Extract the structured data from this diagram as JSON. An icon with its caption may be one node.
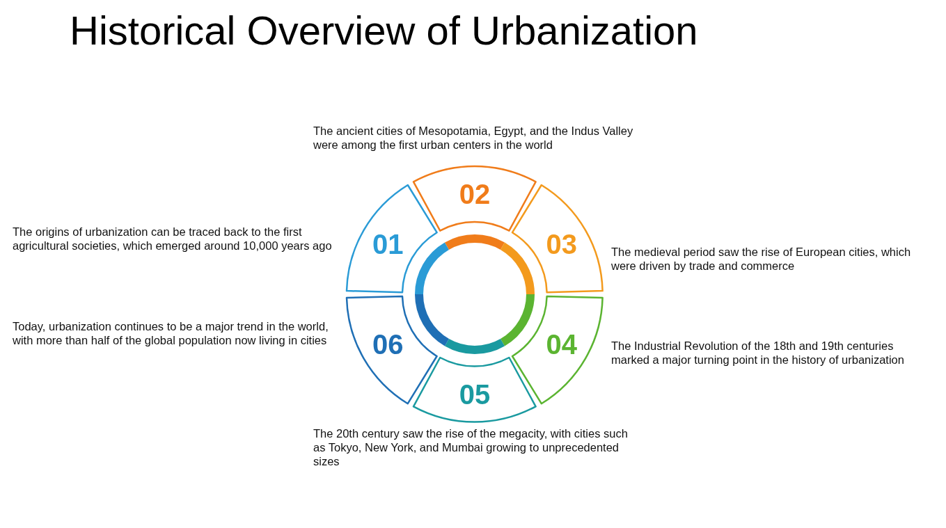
{
  "diagram": {
    "title": "Historical Overview of Urbanization",
    "nodes": [
      {
        "text": [
          "01"
        ],
        "beside": [
          "The origins of urbanization can be traced back to the first agricultural societies, which emerged around 10,000 years ago"
        ]
      },
      {
        "text": [
          "02"
        ],
        "beside": [
          "The ancient cities of Mesopotamia, Egypt, and the Indus Valley were among the first urban centers in the world"
        ]
      },
      {
        "text": [
          "03"
        ],
        "beside": [
          "The medieval period saw the rise of European cities, which were driven by trade and commerce"
        ]
      },
      {
        "text": [
          "04"
        ],
        "beside": [
          "The Industrial Revolution of the 18th and 19th centuries marked a major turning point in the history of urbanization"
        ]
      },
      {
        "text": [
          "05"
        ],
        "beside": [
          "The 20th century saw the rise of the megacity, with cities such as Tokyo, New York, and Mumbai growing to unprecedented sizes"
        ]
      },
      {
        "text": [
          "06"
        ],
        "beside": [
          "Today, urbanization continues to be a major trend in the world, with more than half of the global population now living in cities"
        ]
      }
    ]
  }
}
